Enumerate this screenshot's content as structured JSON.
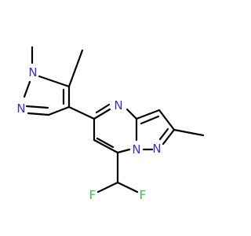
{
  "molecule": {
    "atoms": {
      "n_pyrazole_methyl": {
        "symbol": "N",
        "color": "#3333cc"
      },
      "n_pyrazole_imine": {
        "symbol": "N",
        "color": "#3333cc"
      },
      "n_pyrimidine": {
        "symbol": "N",
        "color": "#3333cc"
      },
      "n_bridgehead": {
        "symbol": "N",
        "color": "#3333cc"
      },
      "n_fused_pyrazole": {
        "symbol": "N",
        "color": "#3333cc"
      },
      "f_left": {
        "symbol": "F",
        "color": "#33cc33"
      },
      "f_right": {
        "symbol": "F",
        "color": "#33cc33"
      }
    },
    "bond_color": "#000000"
  }
}
